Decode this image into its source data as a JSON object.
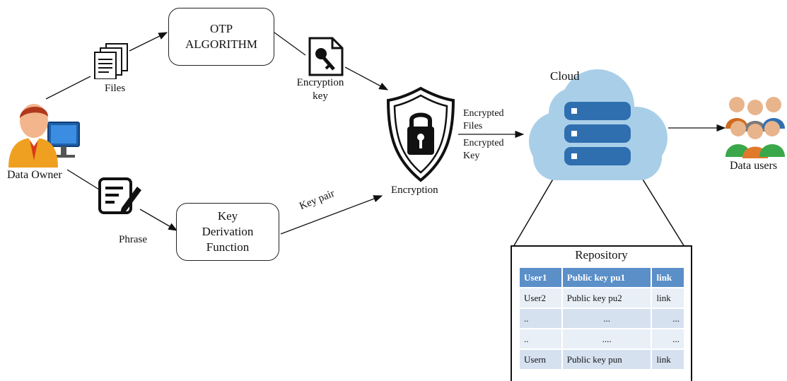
{
  "nodes": {
    "data_owner": "Data Owner",
    "otp_line1": "OTP",
    "otp_line2": "ALGORITHM",
    "kdf_line1": "Key",
    "kdf_line2": "Derivation",
    "kdf_line3": "Function",
    "encryption": "Encryption",
    "cloud": "Cloud",
    "data_users": "Data users"
  },
  "edges": {
    "files": "Files",
    "phrase": "Phrase",
    "encryption_key_line1": "Encryption",
    "encryption_key_line2": "key",
    "key_pair": "Key pair",
    "encrypted_files_line1": "Encrypted",
    "encrypted_files_line2": "Files",
    "encrypted_key_line1": "Encrypted",
    "encrypted_key_line2": "Key"
  },
  "repository": {
    "title": "Repository",
    "rows": [
      [
        "User1",
        "Public key pu1",
        "link"
      ],
      [
        "User2",
        "Public key pu2",
        "link"
      ],
      [
        "..",
        "...",
        "..."
      ],
      [
        "..",
        "....",
        "..."
      ],
      [
        "Usern",
        "Public key pun",
        "link"
      ]
    ]
  },
  "colors": {
    "cloud": "#a9cfe8",
    "server": "#2f6fb0",
    "repo_header": "#5b8fc8",
    "repo_row_a": "#e9eff7",
    "repo_row_b": "#d6e1f0"
  }
}
